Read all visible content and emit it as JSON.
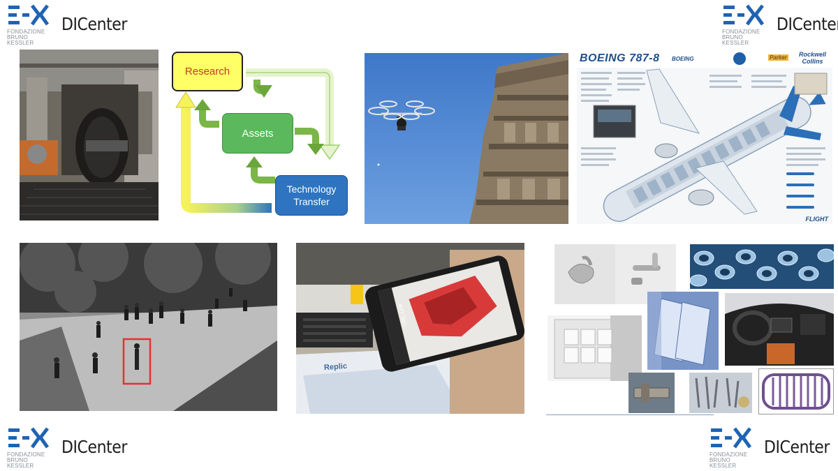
{
  "logo": {
    "org_line1": "FONDAZIONE",
    "org_line2": "BRUNO KESSLER",
    "name": "DICenter"
  },
  "diagram": {
    "research": "Research",
    "assets": "Assets",
    "tech_line1": "Technology",
    "tech_line2": "Transfer"
  },
  "boeing": {
    "title": "BOEING 787-8",
    "brand": "BOEING",
    "partner1": "Rockwell",
    "partner2": "Collins",
    "partner3": "Parker",
    "footer": "FLIGHT"
  },
  "phone": {
    "url_label": "URL Link"
  },
  "leaflet": {
    "brand": "Replic"
  },
  "colors": {
    "logo_blue": "#1f63b3",
    "research_fill": "#ffff66",
    "assets_fill": "#5cb85c",
    "tech_fill": "#2e74c0"
  }
}
